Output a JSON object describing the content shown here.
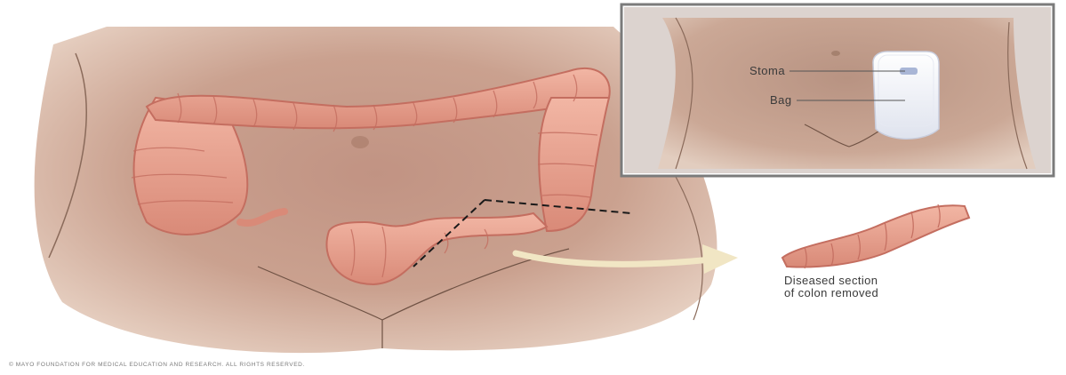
{
  "inset": {
    "stoma_label": "Stoma",
    "bag_label": "Bag"
  },
  "removed_section": {
    "label_line1": "Diseased section",
    "label_line2": "of colon removed"
  },
  "copyright": "© MAYO FOUNDATION FOR MEDICAL EDUCATION AND RESEARCH. ALL RIGHTS RESERVED.",
  "colors": {
    "skin": "#c79b83",
    "colon": "#e6a08e",
    "colon_shadow": "#c46e60",
    "arrow": "#f1e6c4",
    "bag": "#eef0f6",
    "inset_border": "#7b7b7b"
  }
}
